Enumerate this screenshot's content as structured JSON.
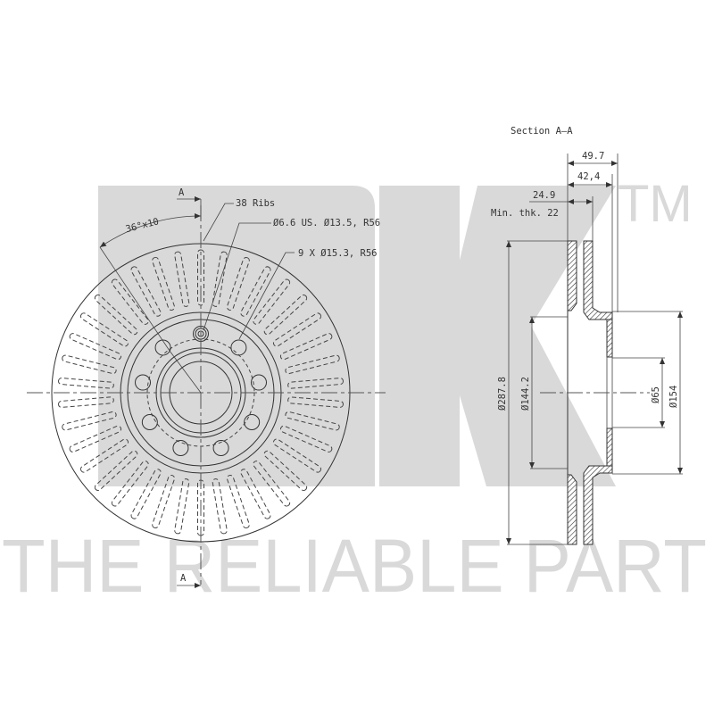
{
  "watermark": {
    "logo": "NK",
    "trademark": "TM",
    "tagline": "THE RELIABLE PART",
    "color": "#d9d9d9"
  },
  "front_view": {
    "section_marker_top": "A",
    "section_marker_bottom": "A",
    "angle_label": "36°x10",
    "callouts": {
      "ribs": "38 Ribs",
      "small_hole": "Ø6.6 US. Ø13.5, R56",
      "bolt_holes": "9 X Ø15.3, R56"
    }
  },
  "section_view": {
    "title": "Section A–A",
    "dimensions": {
      "overall_height": "49.7",
      "hat_height": "42,4",
      "thickness": "24.9",
      "min_thickness": "Min. thk. 22",
      "outer_diameter": "Ø287.8",
      "hat_inner_diameter": "Ø144.2",
      "center_bore": "Ø65",
      "hat_outer_diameter": "Ø154"
    }
  },
  "colors": {
    "line": "#333333",
    "watermark": "#d9d9d9",
    "background": "#ffffff"
  }
}
